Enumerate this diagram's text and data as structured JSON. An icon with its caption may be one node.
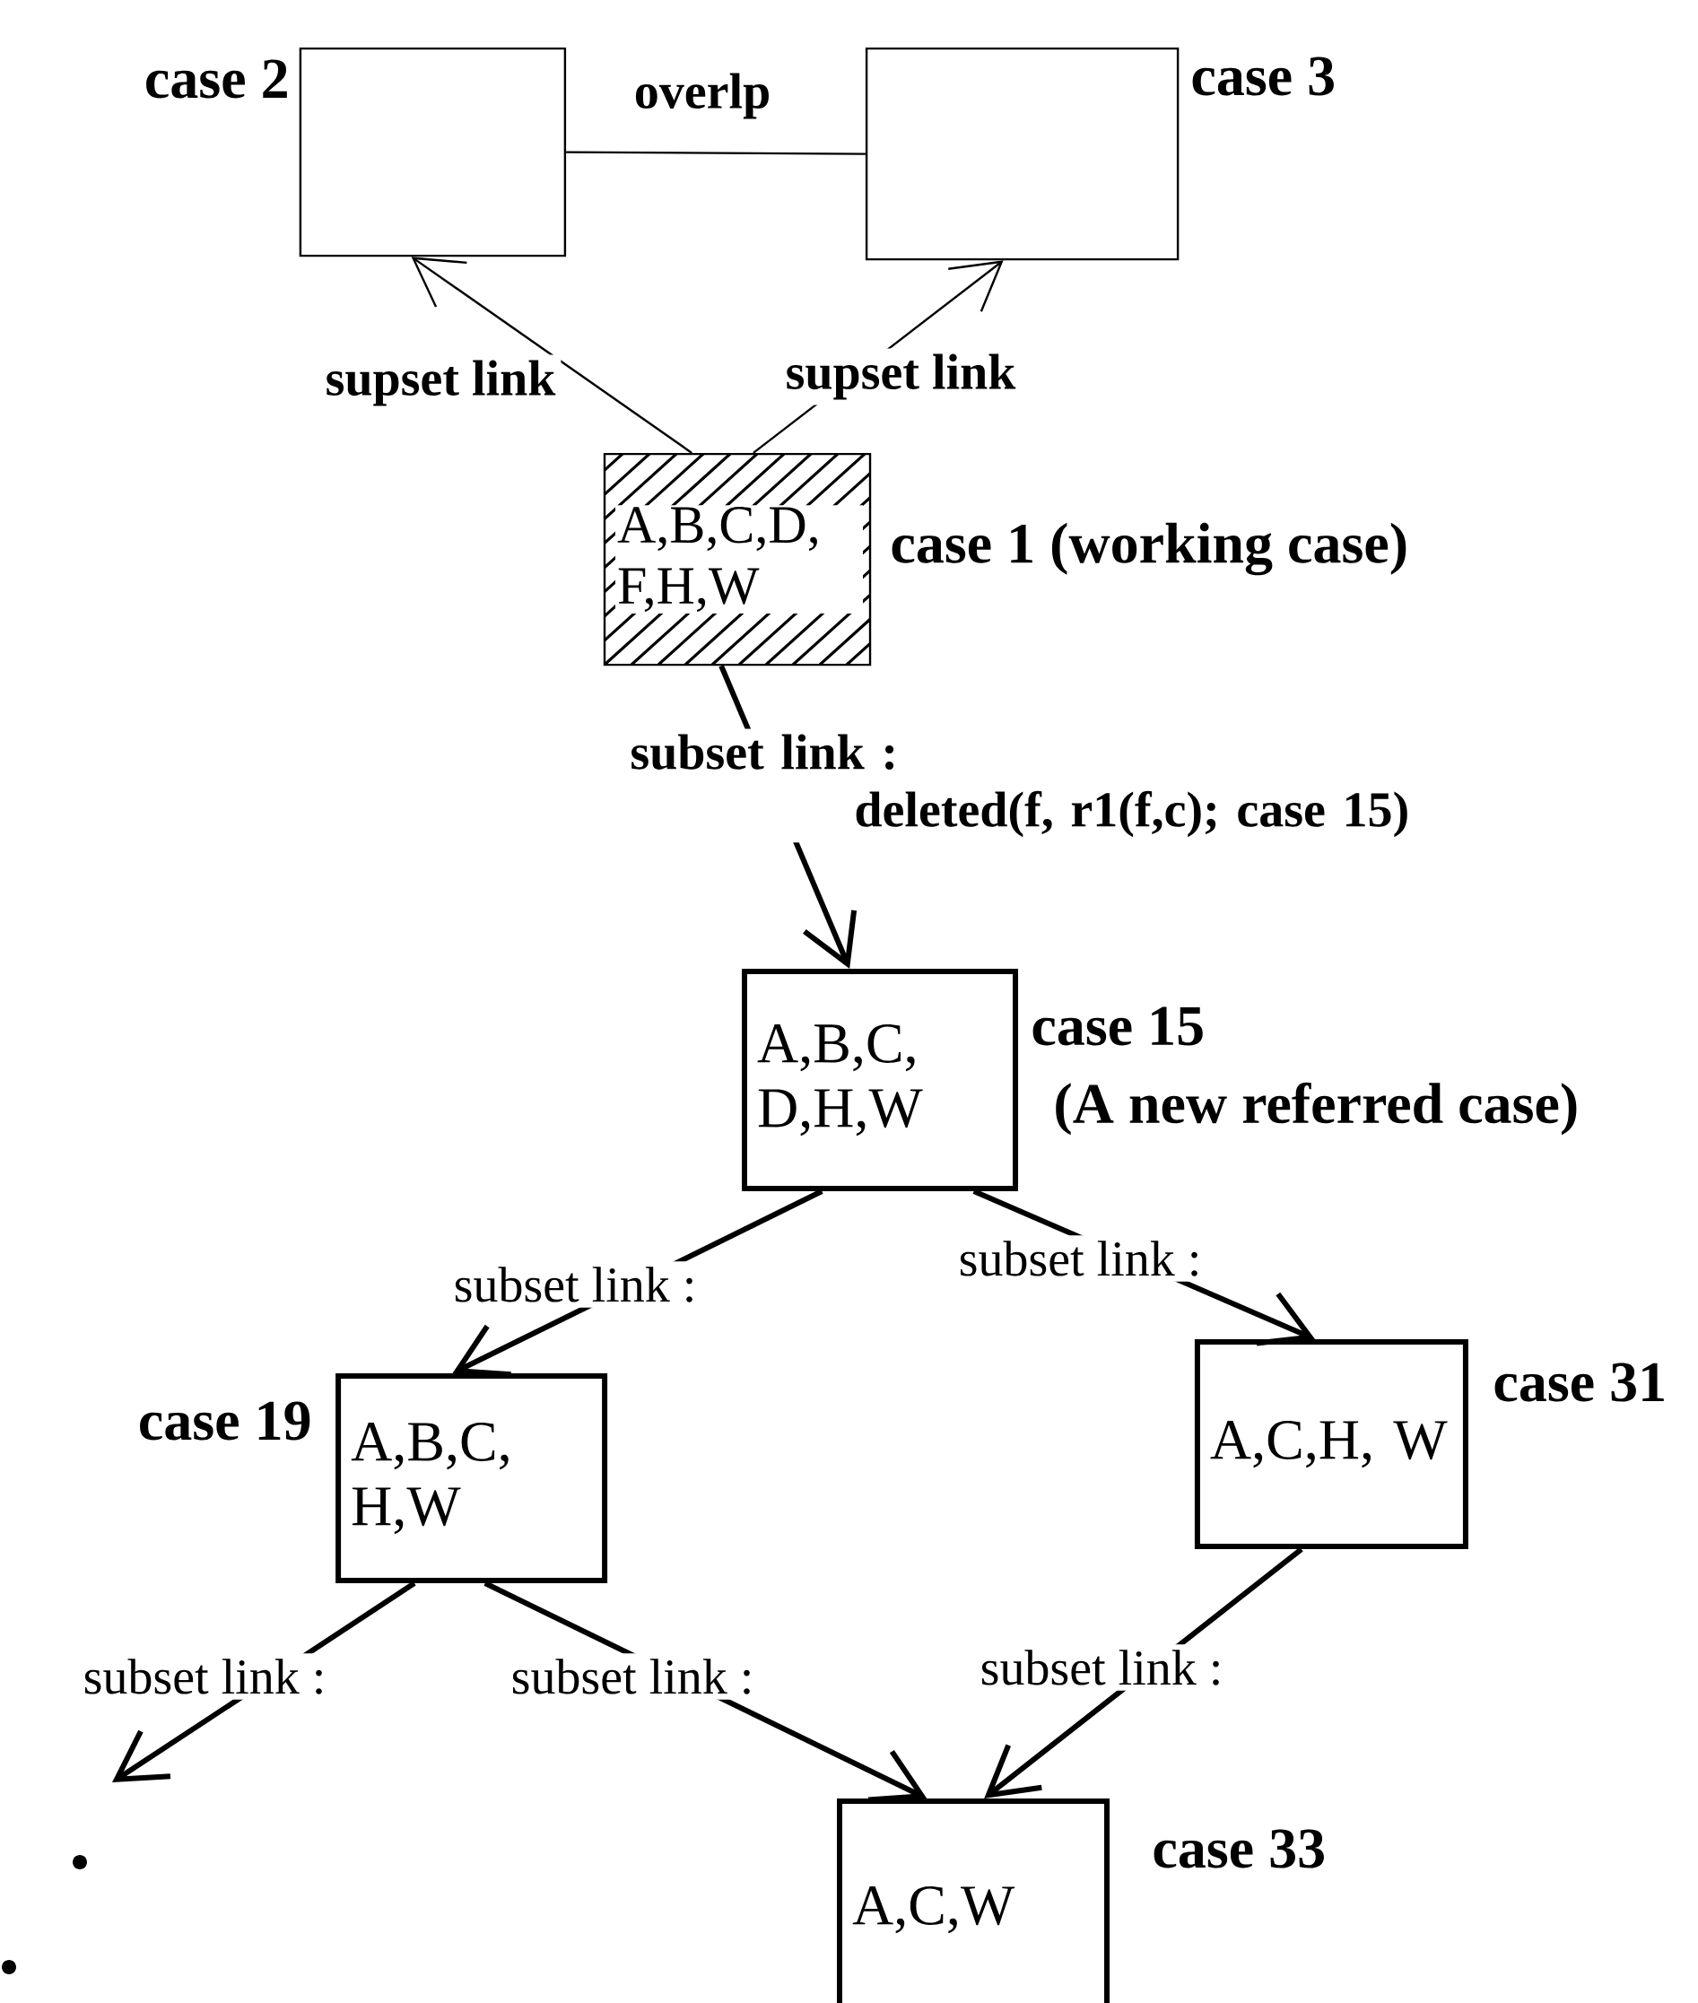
{
  "diagram": {
    "nodes": [
      {
        "text": [],
        "shape": "box",
        "beside": [
          "case 2"
        ]
      },
      {
        "text": [],
        "shape": "box",
        "beside": [
          "case 3"
        ]
      },
      {
        "text": [
          "A,B,C,D, F,H,W"
        ],
        "beside": [
          "case 1 (working case)"
        ]
      },
      {
        "text": [
          "A,B,C, D,H,W"
        ],
        "beside": [
          "case 15",
          "(A new referred case)"
        ]
      },
      {
        "text": [
          "A,B,C, H,W"
        ],
        "beside": [
          "case 19"
        ]
      },
      {
        "text": [
          "A,C,H, W"
        ],
        "beside": [
          "case 31"
        ]
      },
      {
        "text": [
          "A,C,W"
        ],
        "beside": [
          "case 33"
        ]
      }
    ],
    "edges": [
      {
        "from": 0,
        "to": 1,
        "arrow": "none",
        "label": "overlp"
      },
      {
        "from": 2,
        "to": 0,
        "arrow": "to",
        "label": "supset link"
      },
      {
        "from": 2,
        "to": 1,
        "arrow": "to",
        "label": "supset link"
      },
      {
        "from": 2,
        "to": 3,
        "arrow": "to",
        "label": "subset link : deleted(f, r1(f,c); case 15)"
      },
      {
        "from": 3,
        "to": 4,
        "arrow": "to",
        "label": "subset link :"
      },
      {
        "from": 3,
        "to": 5,
        "arrow": "to",
        "label": "subset link :"
      },
      {
        "from": 4,
        "to": null,
        "arrow": "to",
        "label": "subset link :"
      },
      {
        "from": 4,
        "to": 6,
        "arrow": "to",
        "label": "subset link :"
      },
      {
        "from": 5,
        "to": 6,
        "arrow": "to",
        "label": "subset link :"
      }
    ]
  }
}
